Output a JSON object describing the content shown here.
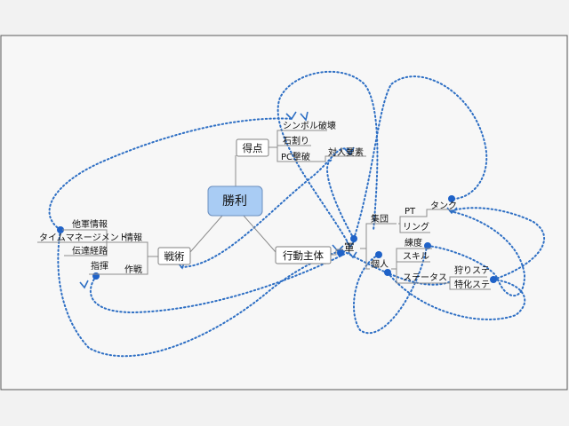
{
  "diagram": {
    "root": "勝利",
    "main_nodes": {
      "tokuten": "得点",
      "senjutsu": "戦術",
      "koudou": "行動主体"
    },
    "tokuten_children": [
      "シンボル破壊",
      "石割り",
      "PC撃破"
    ],
    "taijin": "対人要素",
    "senjutsu_children": {
      "jouhou": "情報",
      "sakusen": "作戦"
    },
    "jouhou_children": [
      "他軍情報",
      "タイムマネージメント",
      "伝達経路"
    ],
    "sakusen_children": [
      "指揮"
    ],
    "gun": "軍",
    "gun_children": {
      "shuudan": "集団",
      "kojin": "個人"
    },
    "shuudan_children": [
      "PT",
      "リング"
    ],
    "tank": "タンク",
    "kojin_children": [
      "練度",
      "スキル",
      "ステータス"
    ],
    "status_children": [
      "狩りステ",
      "特化ステ"
    ]
  }
}
